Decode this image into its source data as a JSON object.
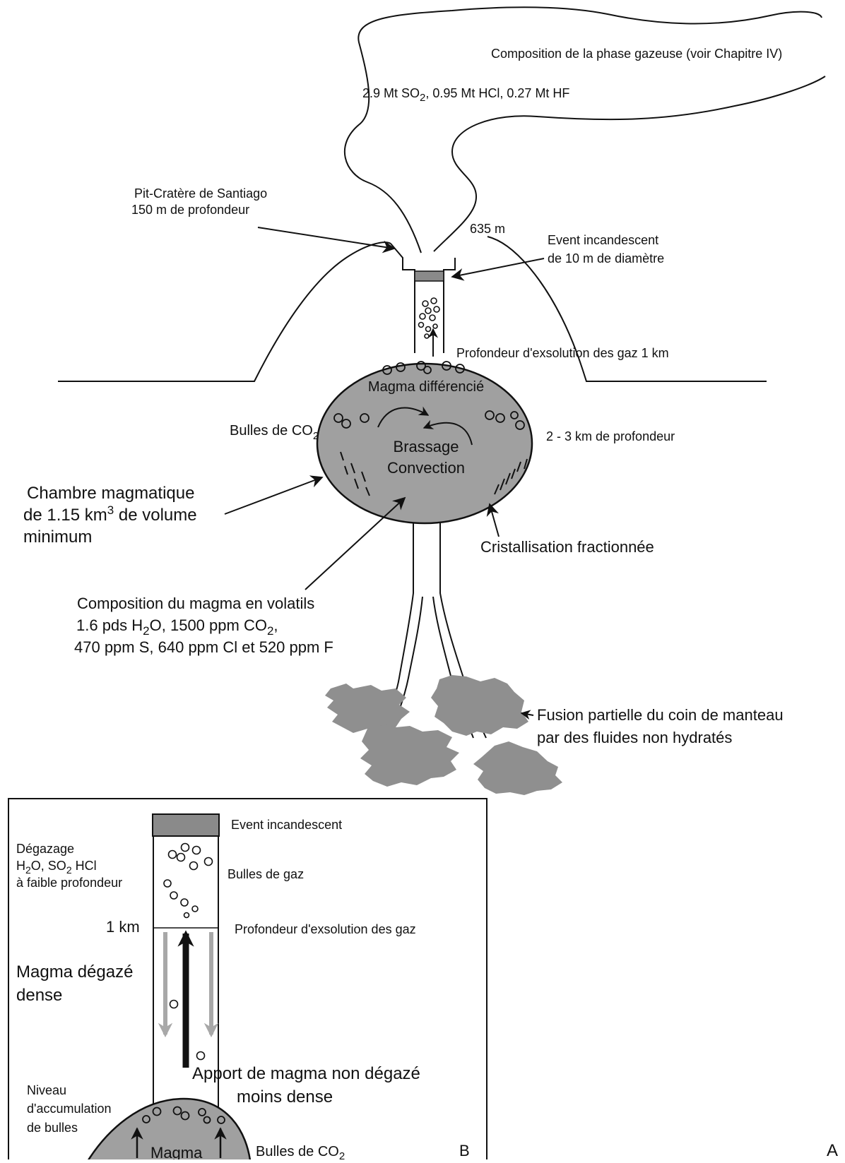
{
  "colors": {
    "line": "#111111",
    "magma_fill": "#a0a0a0",
    "mantle_fill": "#8f8f8f",
    "vent_fill": "#8a8a8a",
    "grey_arrow": "#a8a8a8"
  },
  "panel_a": {
    "letter": "A",
    "plume": {
      "composition": "Composition de la phase gazeuse (voir Chapitre IV)",
      "flux_1": "2.9 Mt SO",
      "flux_1_sub": "2",
      "flux_2": ", 0.95 Mt HCl, 0.27 Mt HF"
    },
    "crater": {
      "line1": "Pit-Cratère de Santiago",
      "line2": "150 m de profondeur",
      "height": "635 m"
    },
    "vent": {
      "line1": "Event incandescent",
      "line2": "de 10 m de diamètre"
    },
    "exsolution": "Profondeur d'exsolution des gaz  1 km",
    "chamber": {
      "differentiated": "Magma différencié",
      "mixing": "Brassage",
      "convection": "Convection",
      "co2_bubbles": "Bulles de CO",
      "co2_sub": "2",
      "depth": "2 - 3 km de profondeur",
      "volume_1": "Chambre magmatique",
      "volume_2a": "de 1.15 km",
      "volume_2_sup": "3",
      "volume_2b": " de volume",
      "volume_3": "minimum",
      "crystallisation": "Cristallisation fractionnée"
    },
    "volatiles": {
      "line1": "Composition du magma en volatils",
      "line2a": "1.6 pds H",
      "line2_sub1": "2",
      "line2b": "O, 1500 ppm CO",
      "line2_sub2": "2",
      "line2c": ",",
      "line3": "470 ppm S, 640 ppm Cl et 520 ppm F"
    },
    "mantle": {
      "line1": "Fusion partielle du coin de manteau",
      "line2": "par des fluides non hydratés"
    }
  },
  "panel_b": {
    "letter": "B",
    "vent": "Event incandescent",
    "degassing_1": "Dégazage",
    "degassing_2a": "H",
    "degassing_2_sub1": "2",
    "degassing_2b": "O, SO",
    "degassing_2_sub2": "2",
    "degassing_2c": " HCl",
    "degassing_3": "à faible profondeur",
    "gas_bubbles": "Bulles de gaz",
    "depth_mark": "1 km",
    "exsolution": "Profondeur d'exsolution des gaz",
    "dense_1": "Magma dégazé",
    "dense_2": "dense",
    "supply_1": "Apport de magma non dégazé",
    "supply_2": "moins dense",
    "accum_1": "Niveau",
    "accum_2": "d'accumulation",
    "accum_3": "de bulles",
    "co2": "Bulles de CO",
    "co2_sub": "2",
    "magma": "Magma"
  }
}
